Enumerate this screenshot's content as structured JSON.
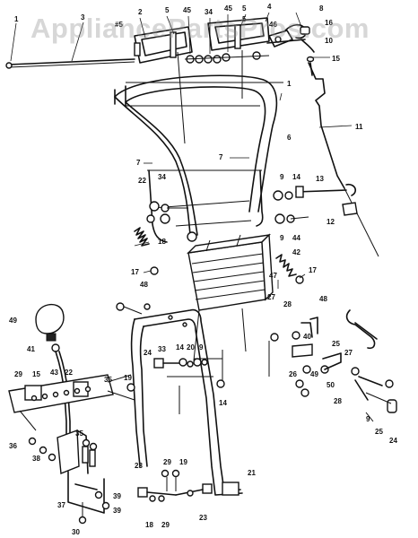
{
  "watermark": "AppliancePartsPros.com",
  "callouts": [
    {
      "id": "c1",
      "text": "1"
    },
    {
      "id": "c2",
      "text": "3"
    },
    {
      "id": "c3",
      "text": "2"
    },
    {
      "id": "c4",
      "text": "5"
    },
    {
      "id": "c5",
      "text": "45"
    },
    {
      "id": "c6",
      "text": "34"
    },
    {
      "id": "c7",
      "text": "45"
    },
    {
      "id": "c8",
      "text": "5"
    },
    {
      "id": "c9",
      "text": "4"
    },
    {
      "id": "c10",
      "text": "8"
    },
    {
      "id": "c11",
      "text": "16"
    },
    {
      "id": "c12",
      "text": "10"
    },
    {
      "id": "c13",
      "text": "15"
    },
    {
      "id": "c14",
      "text": "#5"
    },
    {
      "id": "c15",
      "text": "46"
    },
    {
      "id": "c16",
      "text": "5"
    },
    {
      "id": "c17",
      "text": "1"
    },
    {
      "id": "c18",
      "text": "6"
    },
    {
      "id": "c19",
      "text": "11"
    },
    {
      "id": "c20",
      "text": "7"
    },
    {
      "id": "c21",
      "text": "7"
    },
    {
      "id": "c22",
      "text": "22"
    },
    {
      "id": "c23",
      "text": "34"
    },
    {
      "id": "c24",
      "text": "9"
    },
    {
      "id": "c25",
      "text": "14"
    },
    {
      "id": "c26",
      "text": "13"
    },
    {
      "id": "c27",
      "text": "12"
    },
    {
      "id": "c28",
      "text": "9"
    },
    {
      "id": "c29",
      "text": "44"
    },
    {
      "id": "c30",
      "text": "18"
    },
    {
      "id": "c31",
      "text": "42"
    },
    {
      "id": "c32",
      "text": "17"
    },
    {
      "id": "c33",
      "text": "17"
    },
    {
      "id": "c34",
      "text": "47"
    },
    {
      "id": "c35",
      "text": "48"
    },
    {
      "id": "c36",
      "text": "27"
    },
    {
      "id": "c37",
      "text": "28"
    },
    {
      "id": "c38",
      "text": "48"
    },
    {
      "id": "c39",
      "text": "40"
    },
    {
      "id": "c40",
      "text": "25"
    },
    {
      "id": "c41",
      "text": "27"
    },
    {
      "id": "c42",
      "text": "49"
    },
    {
      "id": "c43",
      "text": "26"
    },
    {
      "id": "c44",
      "text": "50"
    },
    {
      "id": "c45",
      "text": "28"
    },
    {
      "id": "c46",
      "text": "9"
    },
    {
      "id": "c47",
      "text": "25"
    },
    {
      "id": "c48",
      "text": "24"
    },
    {
      "id": "c49",
      "text": "49"
    },
    {
      "id": "c50",
      "text": "41"
    },
    {
      "id": "c51",
      "text": "24"
    },
    {
      "id": "c52",
      "text": "33"
    },
    {
      "id": "c53",
      "text": "14"
    },
    {
      "id": "c54",
      "text": "20"
    },
    {
      "id": "c55",
      "text": "9"
    },
    {
      "id": "c56",
      "text": "19"
    },
    {
      "id": "c57",
      "text": "29"
    },
    {
      "id": "c58",
      "text": "15"
    },
    {
      "id": "c59",
      "text": "43"
    },
    {
      "id": "c60",
      "text": "22"
    },
    {
      "id": "c61",
      "text": "35"
    },
    {
      "id": "c62",
      "text": "35"
    },
    {
      "id": "c63",
      "text": "14"
    },
    {
      "id": "c64",
      "text": "36"
    },
    {
      "id": "c65",
      "text": "38"
    },
    {
      "id": "c66",
      "text": "23"
    },
    {
      "id": "c67",
      "text": "29"
    },
    {
      "id": "c68",
      "text": "19"
    },
    {
      "id": "c69",
      "text": "21"
    },
    {
      "id": "c70",
      "text": "39"
    },
    {
      "id": "c71",
      "text": "37"
    },
    {
      "id": "c72",
      "text": "39"
    },
    {
      "id": "c73",
      "text": "18"
    },
    {
      "id": "c74",
      "text": "29"
    },
    {
      "id": "c75",
      "text": "23"
    },
    {
      "id": "c76",
      "text": "30"
    }
  ]
}
